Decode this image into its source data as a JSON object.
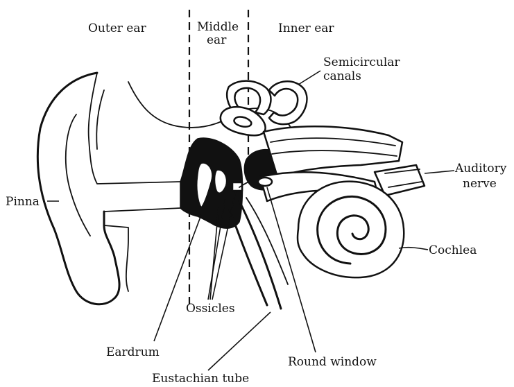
{
  "regions": {
    "outer": "Outer ear",
    "middle_line1": "Middle",
    "middle_line2": "ear",
    "inner": "Inner ear"
  },
  "labels": {
    "semicircular_line1": "Semicircular",
    "semicircular_line2": "canals",
    "auditory_line1": "Auditory",
    "auditory_line2": "nerve",
    "pinna": "Pinna",
    "cochlea": "Cochlea",
    "ossicles": "Ossicles",
    "eardrum": "Eardrum",
    "round_window": "Round window",
    "eustachian_tube": "Eustachian tube"
  }
}
